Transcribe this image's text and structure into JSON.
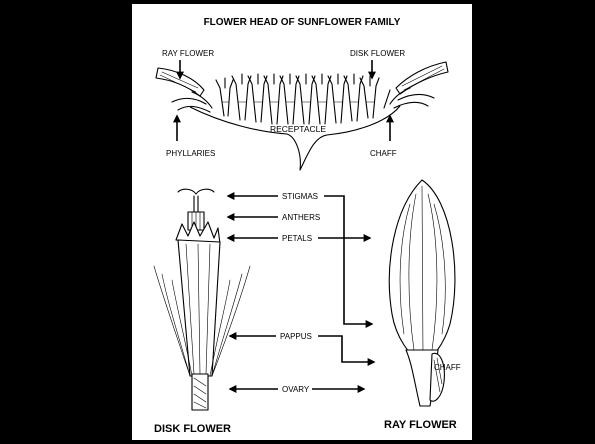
{
  "diagram": {
    "title": "FLOWER HEAD OF SUNFLOWER FAMILY",
    "labels": {
      "ray_flower_top": "RAY FLOWER",
      "disk_flower_top": "DISK FLOWER",
      "receptacle": "RECEPTACLE",
      "phyllaries": "PHYLLARIES",
      "chaff_top": "CHAFF",
      "stigmas": "STIGMAS",
      "anthers": "ANTHERS",
      "petals": "PETALS",
      "pappus": "PAPPUS",
      "ovary": "OVARY",
      "chaff_side": "CHAFF",
      "disk_flower_bottom": "DISK FLOWER",
      "ray_flower_bottom": "RAY FLOWER"
    }
  },
  "colors": {
    "background": "#000000",
    "panel": "#ffffff",
    "ink": "#000000"
  }
}
